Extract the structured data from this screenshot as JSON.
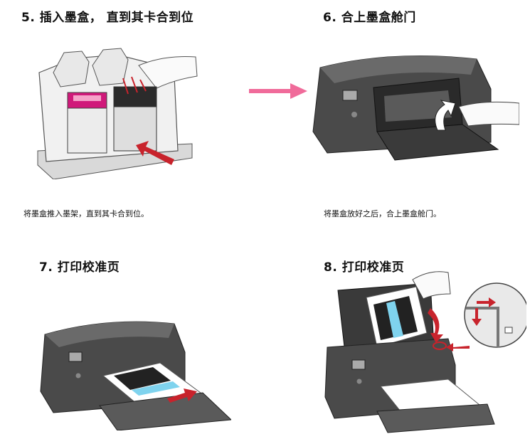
{
  "steps": [
    {
      "number": "5.",
      "title": "插入墨盒，  直到其卡合到位",
      "caption": "将墨盒推入墨架，直到其卡合到位。"
    },
    {
      "number": "6.",
      "title": "合上墨盒舱门",
      "caption": "将墨盒放好之后，合上墨盒舱门。"
    },
    {
      "number": "7.",
      "title": "打印校准页"
    },
    {
      "number": "8.",
      "title": "打印校准页"
    }
  ],
  "colors": {
    "arrow_pink": "#f06b9a",
    "arrow_red": "#c8232c",
    "printer_dark": "#3e3e3e",
    "cyan_band": "#7fd3ee",
    "magenta_cartridge": "#d0197a"
  }
}
